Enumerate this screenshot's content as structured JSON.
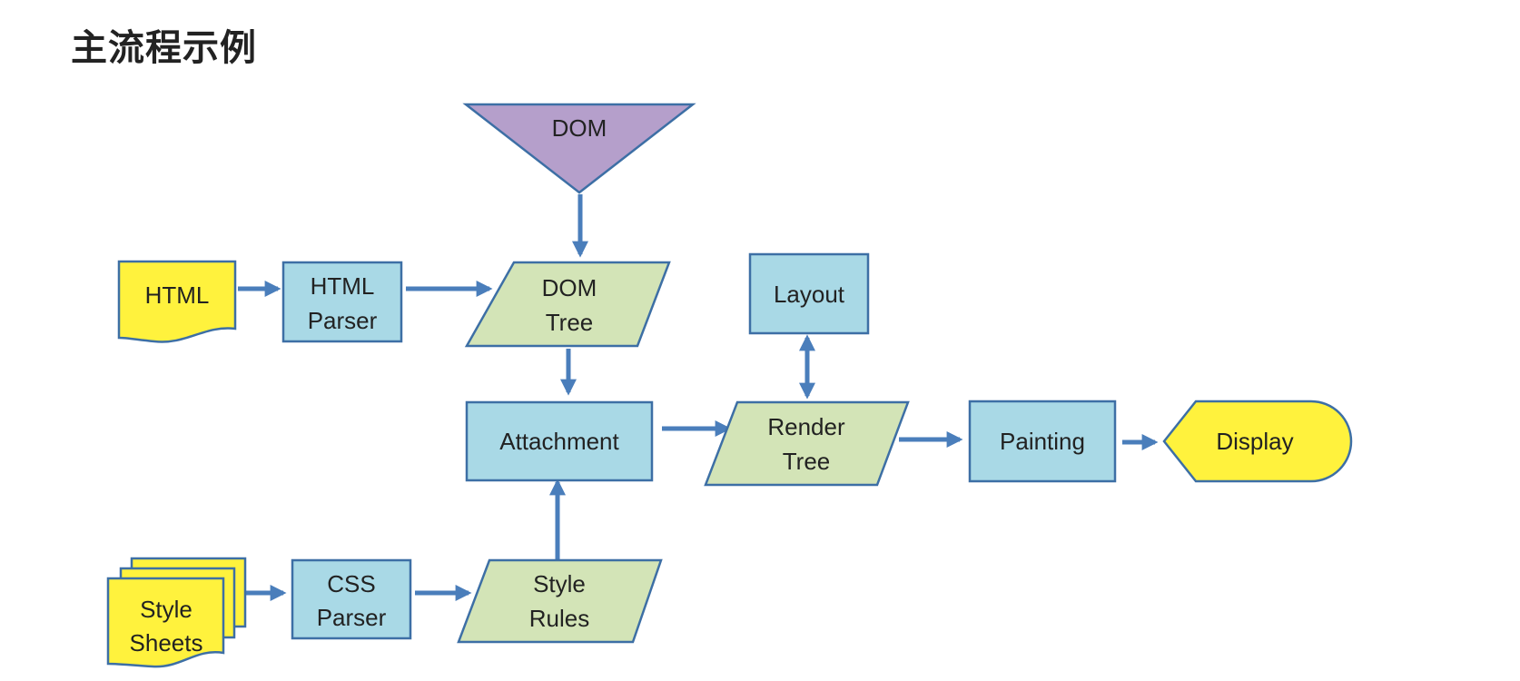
{
  "page": {
    "title": "主流程示例"
  },
  "diagram": {
    "nodes": {
      "dom": {
        "lines": [
          "DOM"
        ],
        "shape": "inverted-triangle",
        "fill": "#b59fcb"
      },
      "html": {
        "lines": [
          "HTML"
        ],
        "shape": "document",
        "fill": "#fff23d"
      },
      "html_parser": {
        "lines": [
          "HTML",
          "Parser"
        ],
        "shape": "rectangle",
        "fill": "#a9d9e6"
      },
      "dom_tree": {
        "lines": [
          "DOM",
          "Tree"
        ],
        "shape": "parallelogram",
        "fill": "#d3e4b7"
      },
      "layout": {
        "lines": [
          "Layout"
        ],
        "shape": "rectangle",
        "fill": "#a9d9e6"
      },
      "attachment": {
        "lines": [
          "Attachment"
        ],
        "shape": "rectangle",
        "fill": "#a9d9e6"
      },
      "render_tree": {
        "lines": [
          "Render",
          "Tree"
        ],
        "shape": "parallelogram",
        "fill": "#d3e4b7"
      },
      "painting": {
        "lines": [
          "Painting"
        ],
        "shape": "rectangle",
        "fill": "#a9d9e6"
      },
      "display": {
        "lines": [
          "Display"
        ],
        "shape": "display",
        "fill": "#fff23d"
      },
      "style_sheets": {
        "lines": [
          "Style",
          "Sheets"
        ],
        "shape": "multi-document",
        "fill": "#fff23d"
      },
      "css_parser": {
        "lines": [
          "CSS",
          "Parser"
        ],
        "shape": "rectangle",
        "fill": "#a9d9e6"
      },
      "style_rules": {
        "lines": [
          "Style",
          "Rules"
        ],
        "shape": "parallelogram",
        "fill": "#d3e4b7"
      }
    },
    "edges": [
      {
        "from": "html",
        "to": "html_parser"
      },
      {
        "from": "html_parser",
        "to": "dom_tree"
      },
      {
        "from": "dom",
        "to": "dom_tree"
      },
      {
        "from": "dom_tree",
        "to": "attachment"
      },
      {
        "from": "style_sheets",
        "to": "css_parser"
      },
      {
        "from": "css_parser",
        "to": "style_rules"
      },
      {
        "from": "style_rules",
        "to": "attachment"
      },
      {
        "from": "attachment",
        "to": "render_tree"
      },
      {
        "from": "layout",
        "to": "render_tree",
        "bidirectional": true
      },
      {
        "from": "render_tree",
        "to": "painting"
      },
      {
        "from": "painting",
        "to": "display"
      }
    ],
    "colors": {
      "outline": "#3d6fa5",
      "arrow": "#4a7ebb",
      "text": "#222222"
    }
  }
}
